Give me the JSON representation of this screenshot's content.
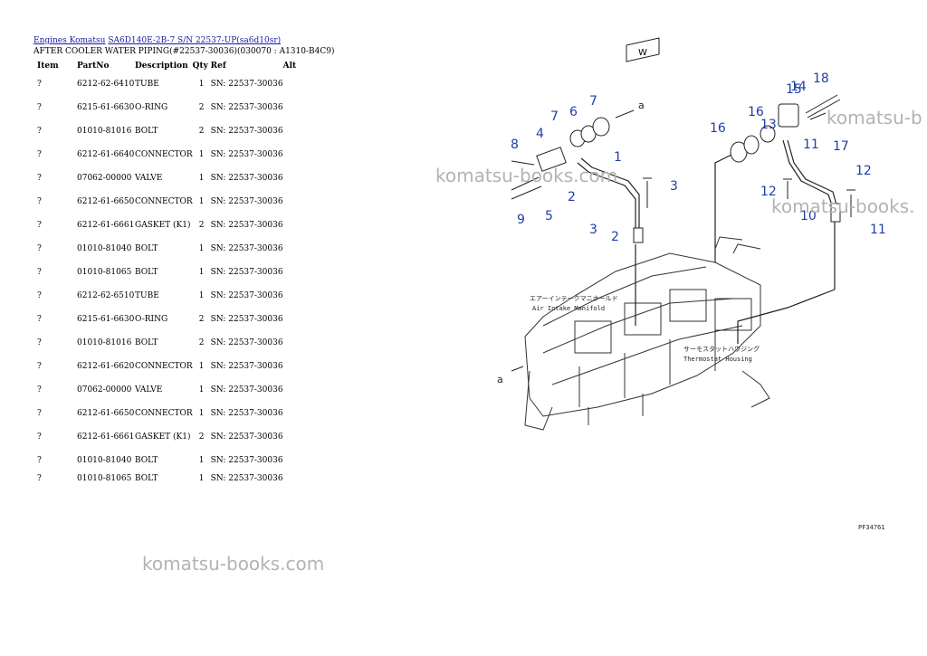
{
  "breadcrumb": {
    "links": [
      "Engines Komatsu",
      "SA6D140E-2B-7 S/N 22537-UP(sa6d10sr)"
    ]
  },
  "subtitle": "AFTER COOLER WATER PIPING(#22537-30036)(030070 : A1310-B4C9)",
  "table": {
    "headers": {
      "item": "Item",
      "partno": "PartNo",
      "description": "Description",
      "qty": "Qty",
      "ref": "Ref",
      "alt": "Alt"
    },
    "rows": [
      {
        "item": "?",
        "partno": "6212-62-6410",
        "description": "TUBE",
        "qty": "1",
        "ref": "SN: 22537-30036"
      },
      {
        "item": "?",
        "partno": "6215-61-6630",
        "description": "O-RING",
        "qty": "2",
        "ref": "SN: 22537-30036"
      },
      {
        "item": "?",
        "partno": "01010-81016",
        "description": "BOLT",
        "qty": "2",
        "ref": "SN: 22537-30036"
      },
      {
        "item": "?",
        "partno": "6212-61-6640",
        "description": "CONNECTOR",
        "qty": "1",
        "ref": "SN: 22537-30036"
      },
      {
        "item": "?",
        "partno": "07062-00000",
        "description": "VALVE",
        "qty": "1",
        "ref": "SN: 22537-30036"
      },
      {
        "item": "?",
        "partno": "6212-61-6650",
        "description": "CONNECTOR",
        "qty": "1",
        "ref": "SN: 22537-30036"
      },
      {
        "item": "?",
        "partno": "6212-61-6661",
        "description": "GASKET (K1)",
        "qty": "2",
        "ref": "SN: 22537-30036"
      },
      {
        "item": "?",
        "partno": "01010-81040",
        "description": "BOLT",
        "qty": "1",
        "ref": "SN: 22537-30036"
      },
      {
        "item": "?",
        "partno": "01010-81065",
        "description": "BOLT",
        "qty": "1",
        "ref": "SN: 22537-30036"
      },
      {
        "item": "?",
        "partno": "6212-62-6510",
        "description": "TUBE",
        "qty": "1",
        "ref": "SN: 22537-30036"
      },
      {
        "item": "?",
        "partno": "6215-61-6630",
        "description": "O-RING",
        "qty": "2",
        "ref": "SN: 22537-30036"
      },
      {
        "item": "?",
        "partno": "01010-81016",
        "description": "BOLT",
        "qty": "2",
        "ref": "SN: 22537-30036"
      },
      {
        "item": "?",
        "partno": "6212-61-6620",
        "description": "CONNECTOR",
        "qty": "1",
        "ref": "SN: 22537-30036"
      },
      {
        "item": "?",
        "partno": "07062-00000",
        "description": "VALVE",
        "qty": "1",
        "ref": "SN: 22537-30036"
      },
      {
        "item": "?",
        "partno": "6212-61-6650",
        "description": "CONNECTOR",
        "qty": "1",
        "ref": "SN: 22537-30036"
      },
      {
        "item": "?",
        "partno": "6212-61-6661",
        "description": "GASKET (K1)",
        "qty": "2",
        "ref": "SN: 22537-30036"
      },
      {
        "item": "?",
        "partno": "01010-81040",
        "description": "BOLT",
        "qty": "1",
        "ref": "SN: 22537-30036"
      },
      {
        "item": "?",
        "partno": "01010-81065",
        "description": "BOLT",
        "qty": "1",
        "ref": "SN: 22537-30036"
      }
    ]
  },
  "watermark": "komatsu-books.com",
  "watermark_short": "komatsu-b",
  "watermark_mid": "komatsu-books.",
  "diagram": {
    "callouts": [
      "1",
      "2",
      "2",
      "3",
      "3",
      "4",
      "5",
      "6",
      "7",
      "7",
      "8",
      "9",
      "10",
      "11",
      "11",
      "12",
      "12",
      "13",
      "14",
      "15",
      "16",
      "16",
      "17",
      "18"
    ],
    "arrow_label": "a",
    "direction_label": "W",
    "intake_jp": "エアーインテークマニホールド",
    "intake_en": "Air Intake Manifold",
    "thermo_jp": "サーモスタットハウジング",
    "thermo_en": "Thermostat Housing",
    "drawing_code": "PF34761",
    "callout_color": "#1f3fa6"
  }
}
